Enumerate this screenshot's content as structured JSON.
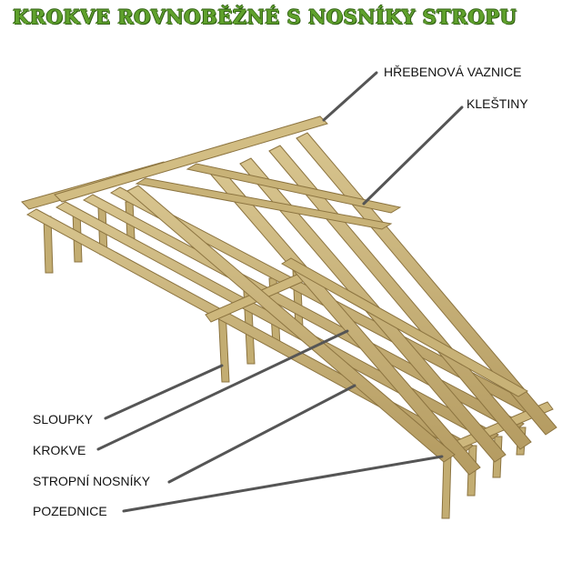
{
  "title": "KROKVE ROVNOBĚŽNÉ S NOSNÍKY STROPU",
  "labels": {
    "ridge_purlin": "HŘEBENOVÁ VAZNICE",
    "collar_ties": "KLEŠTINY",
    "posts": "SLOUPKY",
    "rafters": "KROKVE",
    "ceiling_joists": "STROPNÍ NOSNÍKY",
    "wall_plate": "POZEDNICE"
  },
  "colors": {
    "title_fill": "#5fa12c",
    "title_outline": "#2f5f12",
    "timber": "#c9b37a",
    "timber_dark": "#8c7440",
    "leader": "#555555"
  }
}
